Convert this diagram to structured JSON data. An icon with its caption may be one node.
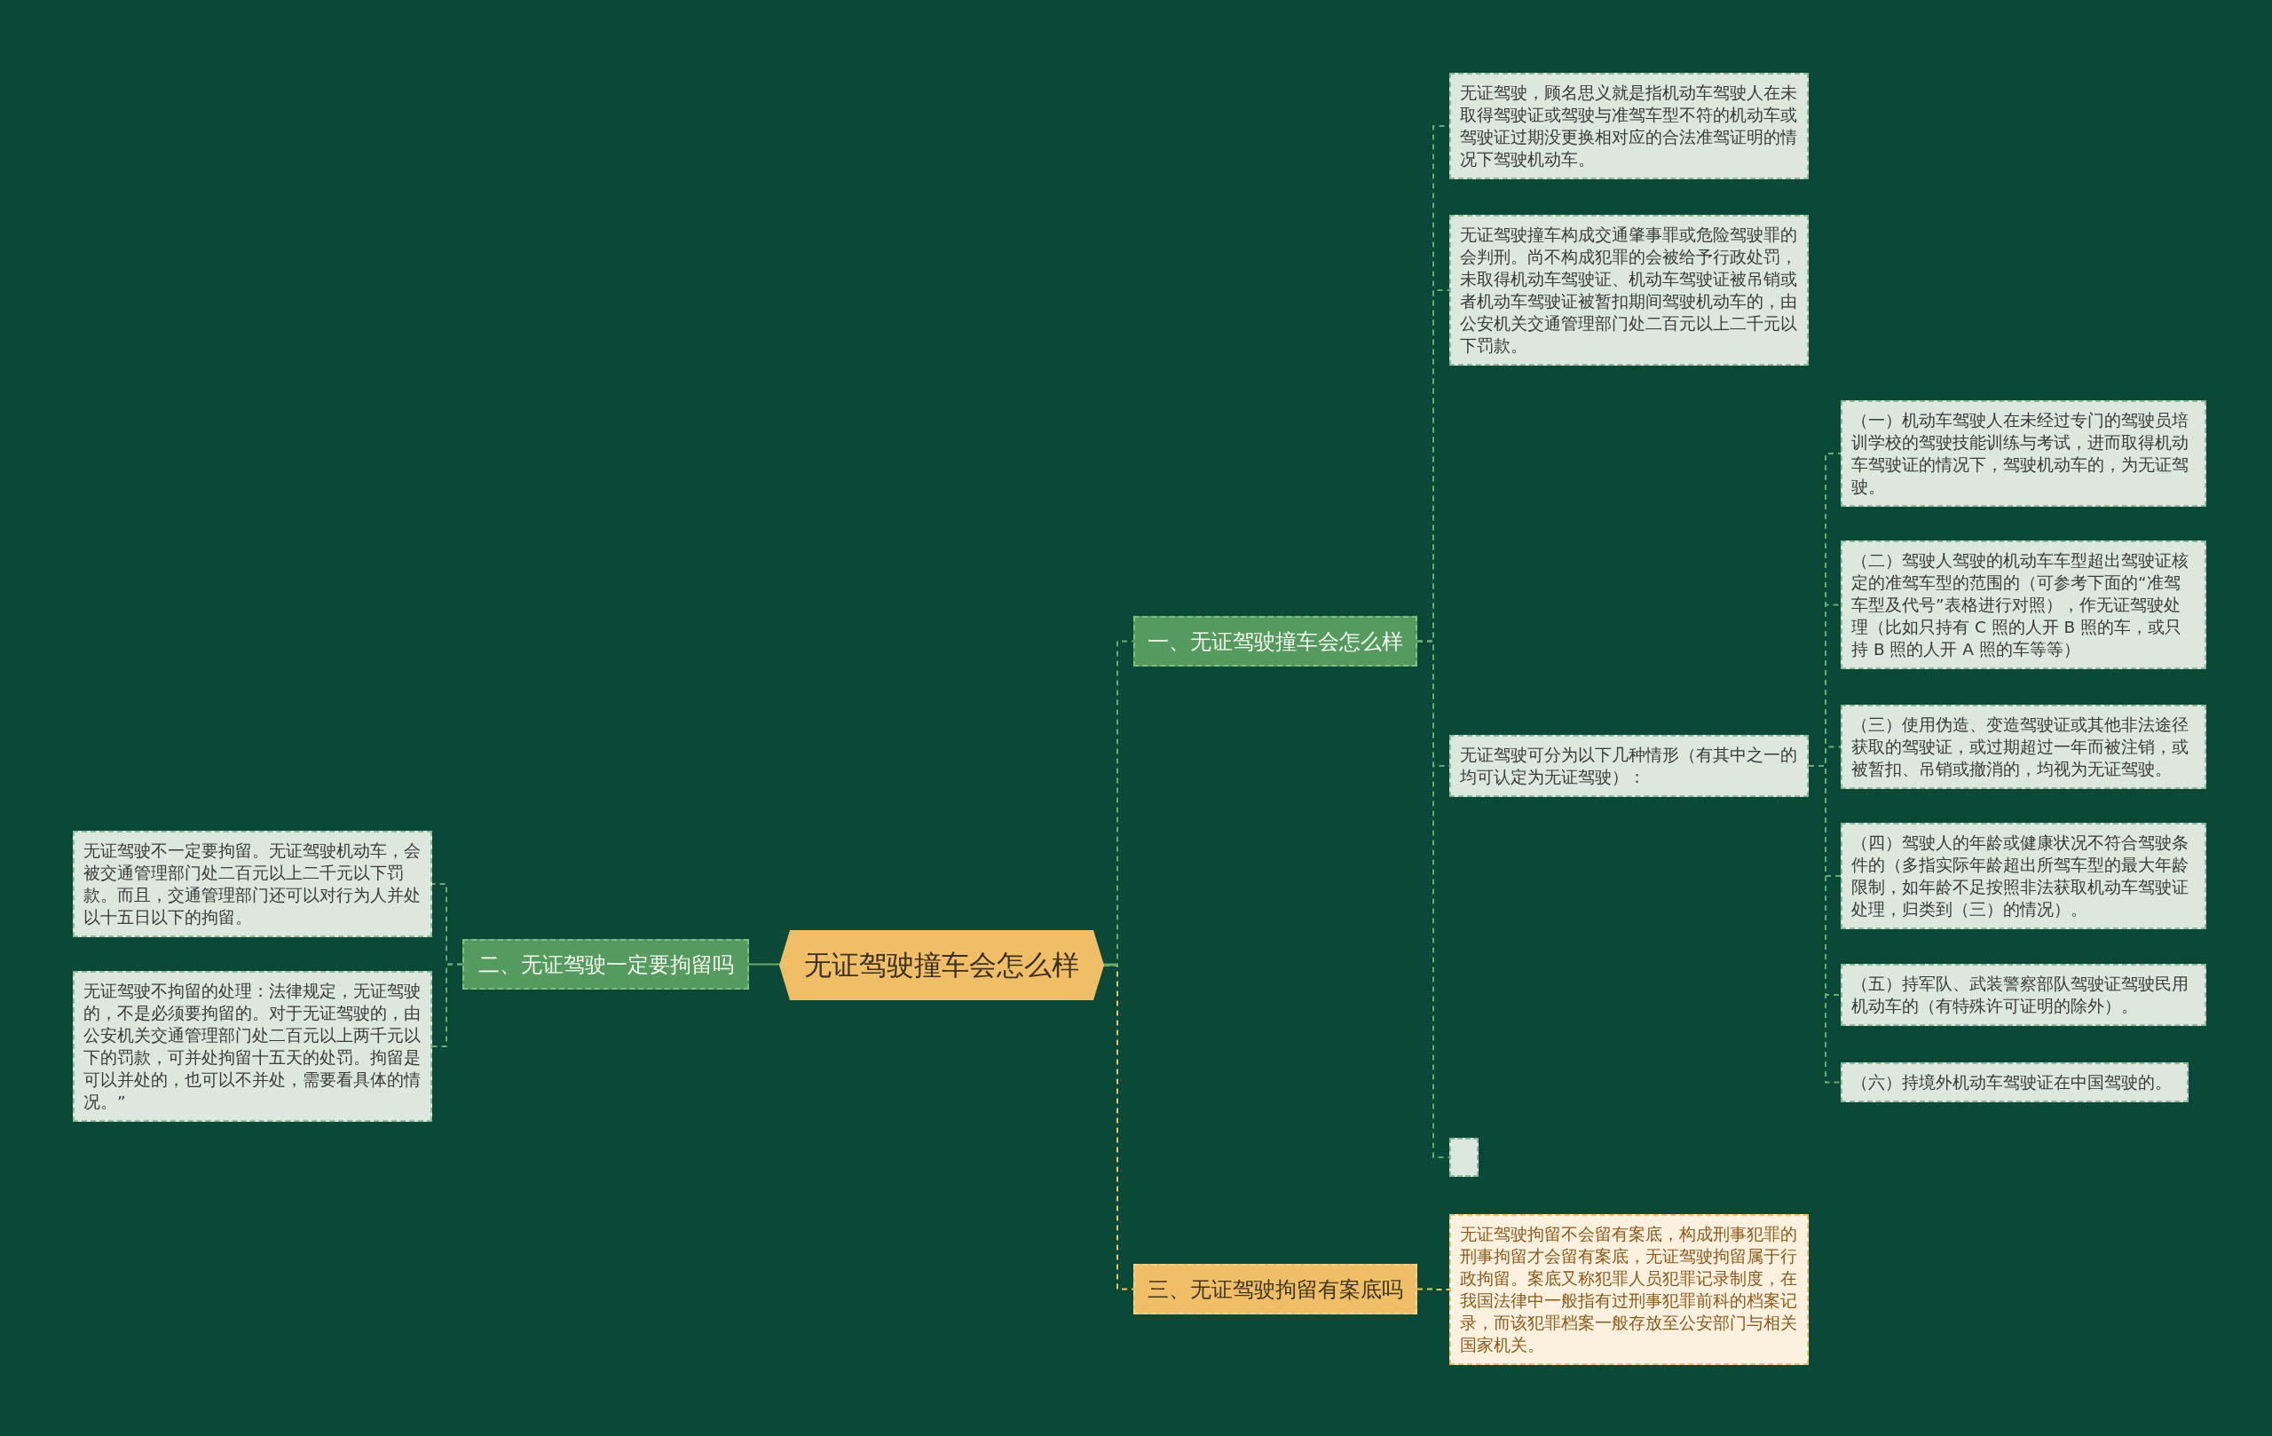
{
  "diagram": {
    "nodes": [
      {
        "text": [
          "无证驾驶撞车会怎么样"
        ]
      },
      {
        "text": [
          "一、无证驾驶撞车会怎么样"
        ]
      },
      {
        "text": [
          "无证驾驶，顾名思义就是指机动车驾驶人在未取得驾驶证或驾驶与准驾车型不符的机动车或驾驶证过期没更换相对应的合法准驾证明的情况下驾驶机动车。"
        ]
      },
      {
        "text": [
          "无证驾驶撞车构成交通肇事罪或危险驾驶罪的会判刑。尚不构成犯罪的会被给予行政处罚，未取得机动车驾驶证、机动车驾驶证被吊销或者机动车驾驶证被暂扣期间驾驶机动车的，由公安机关交通管理部门处二百元以上二千元以下罚款。"
        ]
      },
      {
        "text": [
          "无证驾驶可分为以下几种情形（有其中之一的均可认定为无证驾驶）："
        ]
      },
      {
        "text": [
          "（一）机动车驾驶人在未经过专门的驾驶员培训学校的驾驶技能训练与考试，进而取得机动车驾驶证的情况下，驾驶机动车的，为无证驾驶。"
        ]
      },
      {
        "text": [
          "（二）驾驶人驾驶的机动车车型超出驾驶证核定的准驾车型的范围的（可参考下面的“准驾车型及代号”表格进行对照），作无证驾驶处理（比如只持有 C 照的人开 B 照的车，或只持 B 照的人开 A 照的车等等）"
        ]
      },
      {
        "text": [
          "（三）使用伪造、变造驾驶证或其他非法途径获取的驾驶证，或过期超过一年而被注销，或被暂扣、吊销或撤消的，均视为无证驾驶。"
        ]
      },
      {
        "text": [
          "（四）驾驶人的年龄或健康状况不符合驾驶条件的（多指实际年龄超出所驾车型的最大年龄限制，如年龄不足按照非法获取机动车驾驶证处理，归类到（三）的情况）。"
        ]
      },
      {
        "text": [
          "（五）持军队、武装警察部队驾驶证驾驶民用机动车的（有特殊许可证明的除外）。"
        ]
      },
      {
        "text": [
          "（六）持境外机动车驾驶证在中国驾驶的。"
        ]
      },
      {
        "text": [],
        "shape": "box"
      },
      {
        "text": [
          "三、无证驾驶拘留有案底吗"
        ]
      },
      {
        "text": [
          "无证驾驶拘留不会留有案底，构成刑事犯罪的刑事拘留才会留有案底，无证驾驶拘留属于行政拘留。案底又称犯罪人员犯罪记录制度，在我国法律中一般指有过刑事犯罪前科的档案记录，而该犯罪档案一般存放至公安部门与相关国家机关。"
        ]
      },
      {
        "text": [
          "二、无证驾驶一定要拘留吗"
        ]
      },
      {
        "text": [
          "无证驾驶不一定要拘留。无证驾驶机动车，会被交通管理部门处二百元以上二千元以下罚款。而且，交通管理部门还可以对行为人并处以十五日以下的拘留。"
        ]
      },
      {
        "text": [
          "无证驾驶不拘留的处理：法律规定，无证驾驶的，不是必须要拘留的。对于无证驾驶的，由公安机关交通管理部门处二百元以上两千元以下的罚款，可并处拘留十五天的处罚。拘留是可以并处的，也可以不并处，需要看具体的情况。”"
        ]
      }
    ],
    "edges": [
      {
        "from": 0,
        "to": 1,
        "arrow": "none",
        "style": "dashed"
      },
      {
        "from": 1,
        "to": 2,
        "arrow": "none",
        "style": "dashed"
      },
      {
        "from": 1,
        "to": 3,
        "arrow": "none",
        "style": "dashed"
      },
      {
        "from": 1,
        "to": 4,
        "arrow": "none",
        "style": "dashed"
      },
      {
        "from": 4,
        "to": 5,
        "arrow": "none",
        "style": "dashed"
      },
      {
        "from": 4,
        "to": 6,
        "arrow": "none",
        "style": "dashed"
      },
      {
        "from": 4,
        "to": 7,
        "arrow": "none",
        "style": "dashed"
      },
      {
        "from": 4,
        "to": 8,
        "arrow": "none",
        "style": "dashed"
      },
      {
        "from": 4,
        "to": 9,
        "arrow": "none",
        "style": "dashed"
      },
      {
        "from": 4,
        "to": 10,
        "arrow": "none",
        "style": "dashed"
      },
      {
        "from": 1,
        "to": 11,
        "arrow": "none",
        "style": "dashed"
      },
      {
        "from": 0,
        "to": 12,
        "arrow": "none",
        "style": "dashed",
        "color": "#f0c060"
      },
      {
        "from": 12,
        "to": 13,
        "arrow": "none",
        "style": "dashed",
        "color": "#f0c060"
      },
      {
        "from": 0,
        "to": 14,
        "arrow": "none"
      },
      {
        "from": 14,
        "to": 15,
        "arrow": "none",
        "style": "dashed"
      },
      {
        "from": 14,
        "to": 16,
        "arrow": "none",
        "style": "dashed"
      }
    ]
  }
}
